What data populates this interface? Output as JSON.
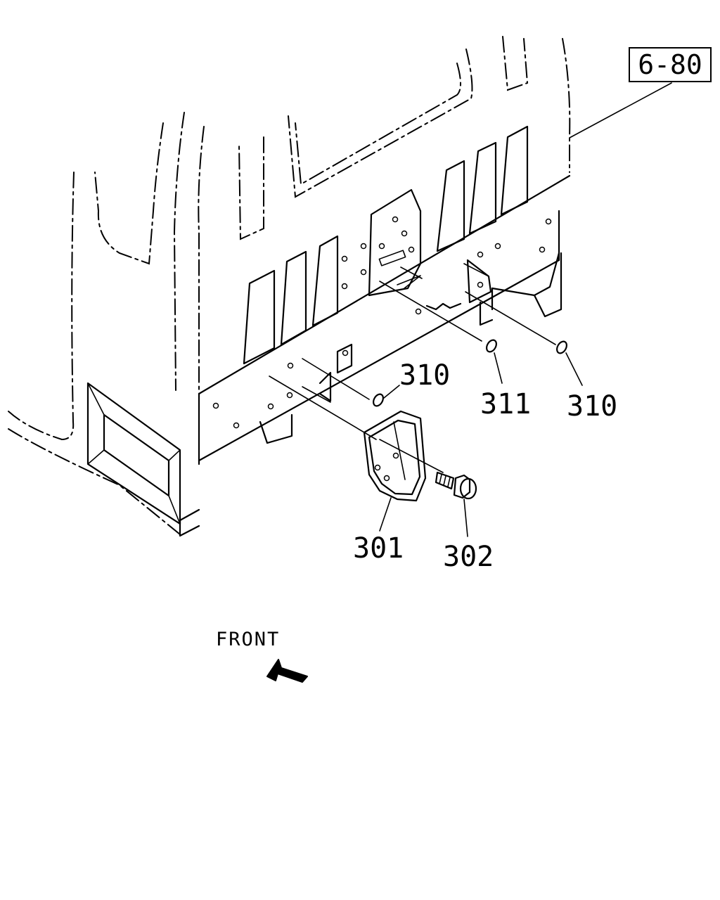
{
  "reference": {
    "label": "6-80"
  },
  "callouts": [
    {
      "id": "c310a",
      "label": "310"
    },
    {
      "id": "c311",
      "label": "311"
    },
    {
      "id": "c310b",
      "label": "310"
    },
    {
      "id": "c301",
      "label": "301"
    },
    {
      "id": "c302",
      "label": "302"
    }
  ],
  "direction": {
    "label": "FRONT",
    "icon": "arrow-left-icon"
  }
}
